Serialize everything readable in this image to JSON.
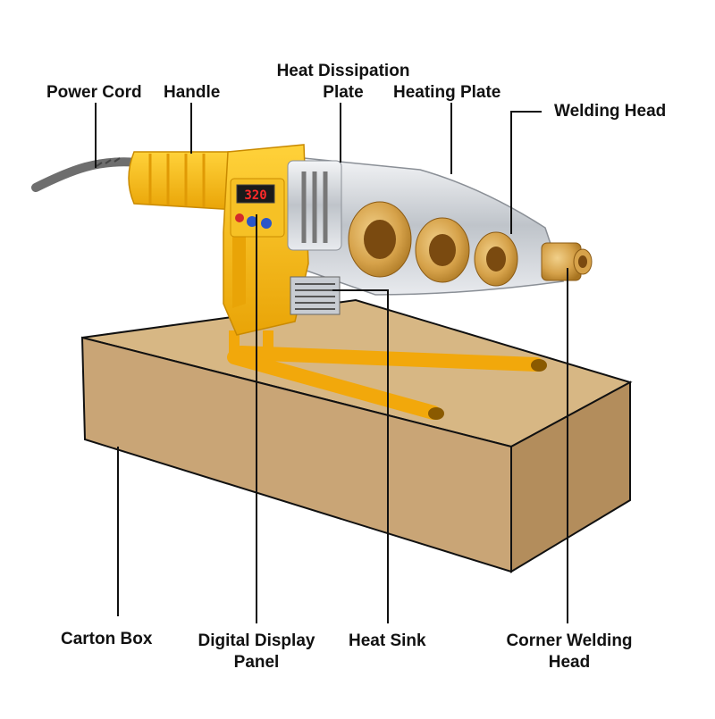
{
  "labels": {
    "power_cord": "Power Cord",
    "handle": "Handle",
    "heat_dissipation_plate_1": "Heat Dissipation",
    "heat_dissipation_plate_2": "Plate",
    "heating_plate": "Heating Plate",
    "welding_head": "Welding Head",
    "carton_box": "Carton Box",
    "digital_display_panel_1": "Digital Display",
    "digital_display_panel_2": "Panel",
    "heat_sink": "Heat Sink",
    "corner_welding_head_1": "Corner Welding",
    "corner_welding_head_2": "Head"
  },
  "display_readout": "320",
  "colors": {
    "body_yellow": "#f5b80e",
    "body_shadow": "#d99a05",
    "brass": "#d9a94e",
    "brass_dark": "#8a5a14",
    "metal": "#cfd3d8",
    "carton": "#c9a576",
    "carton_dark": "#b38d5c",
    "outline": "#111111",
    "display_red": "#ff2a2a",
    "button_blue": "#2a56c8",
    "button_red": "#d42a2a"
  }
}
